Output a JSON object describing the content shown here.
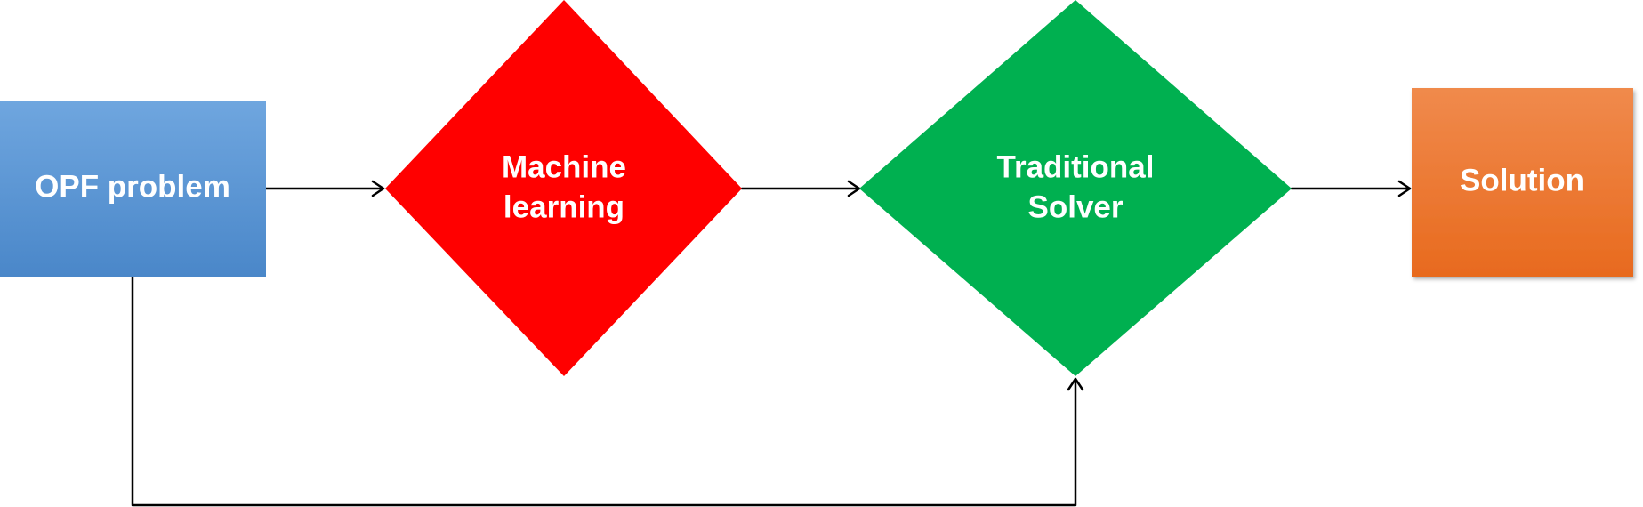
{
  "diagram": {
    "nodes": {
      "opf_problem": {
        "label": "OPF problem",
        "shape": "rectangle",
        "color_top": "#6fa6df",
        "color_bottom": "#4a87c9"
      },
      "machine_learning": {
        "label_line1": "Machine",
        "label_line2": "learning",
        "shape": "diamond",
        "color": "#ff0000"
      },
      "traditional_solver": {
        "label_line1": "Traditional",
        "label_line2": "Solver",
        "shape": "diamond",
        "color": "#00b050"
      },
      "solution": {
        "label": "Solution",
        "shape": "rectangle",
        "color_top": "#f08a4c",
        "color_bottom": "#e86a1e"
      }
    },
    "edges": [
      {
        "from": "OPF problem",
        "to": "Machine learning"
      },
      {
        "from": "Machine learning",
        "to": "Traditional Solver"
      },
      {
        "from": "Traditional Solver",
        "to": "Solution"
      },
      {
        "from": "OPF problem",
        "to": "Traditional Solver"
      }
    ],
    "edge_color": "#000000"
  }
}
